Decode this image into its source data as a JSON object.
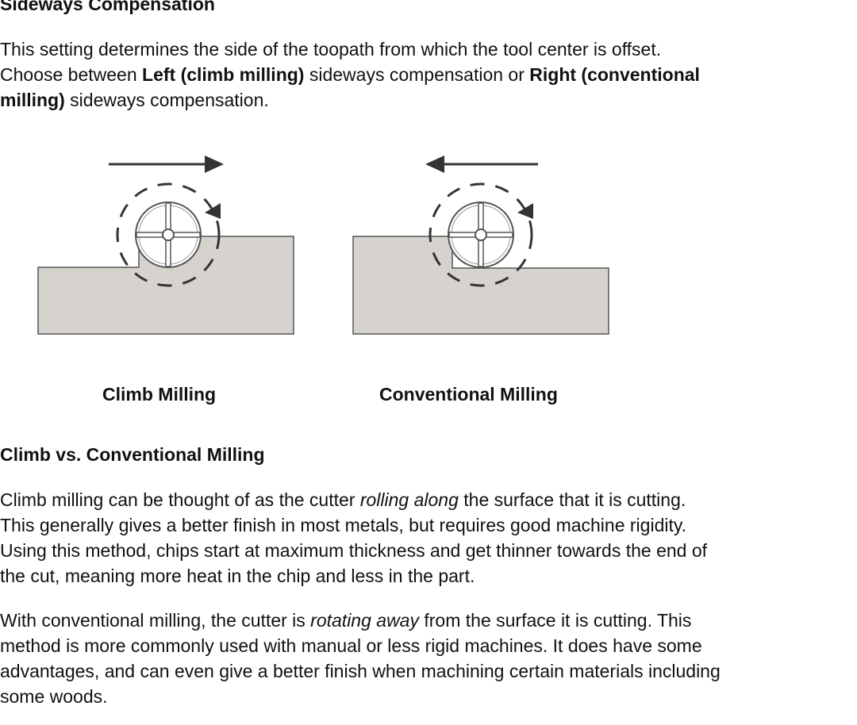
{
  "section1": {
    "heading": "Sideways Compensation",
    "para": {
      "l1": "This setting determines the side of the toopath from which the tool center is offset.",
      "l2_a": "Choose between ",
      "l2_b": "Left (climb milling)",
      "l2_c": " sideways compensation or ",
      "l2_d": "Right (conventional",
      "l3_a": "milling)",
      "l3_b": " sideways compensation."
    }
  },
  "diagram": {
    "caption_left": "Climb Milling",
    "caption_right": "Conventional Milling",
    "colors": {
      "workpiece": "#d6d2cd",
      "outline": "#555555",
      "arrow": "#333333"
    }
  },
  "section2": {
    "heading": "Climb vs. Conventional Milling",
    "p1": {
      "l1_a": "Climb milling can be thought of as the cutter ",
      "l1_b": "rolling along",
      "l1_c": " the surface that it is cutting.",
      "l2": "This generally gives a better finish in most metals, but requires good machine rigidity.",
      "l3": "Using this method, chips start at maximum thickness and get thinner towards the end of",
      "l4": "the cut, meaning more heat in the chip and less in the part."
    },
    "p2": {
      "l1_a": "With conventional milling, the cutter is ",
      "l1_b": "rotating away",
      "l1_c": " from the surface it is cutting. This",
      "l2": "method is more commonly used with manual or less rigid machines. It does have some",
      "l3": "advantages, and can even give a better finish when machining certain materials including",
      "l4": "some woods."
    }
  }
}
